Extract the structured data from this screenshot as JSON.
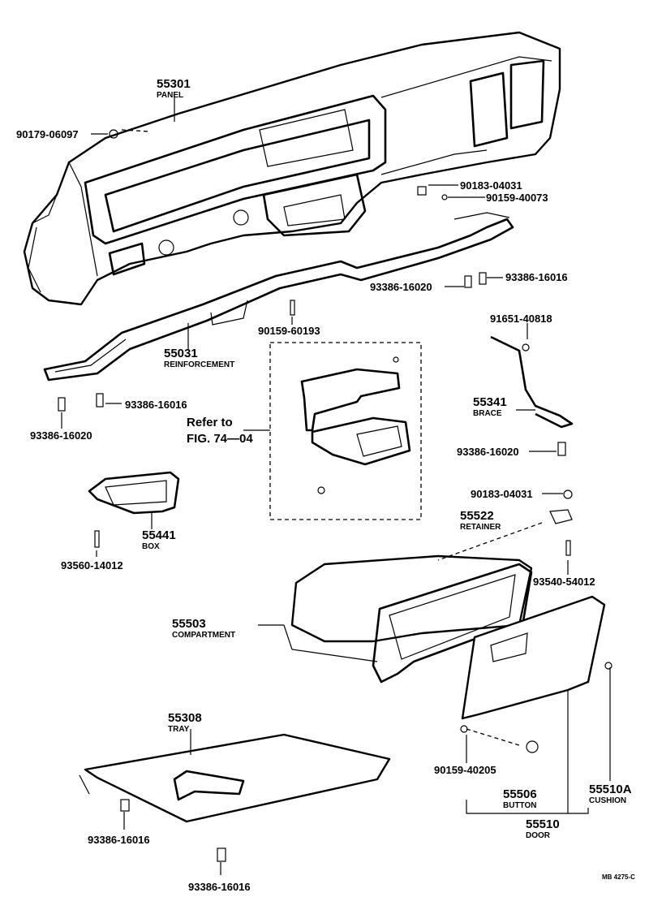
{
  "labels": {
    "panel": {
      "number": "55301",
      "name": "PANEL"
    },
    "clip_panel": "90179-06097",
    "nut_top": "90183-04031",
    "screw_top": "90159-40073",
    "bolt_a": "93386-16020",
    "bolt_b": "93386-16016",
    "screw_mid": "90159-60193",
    "reinforcement": {
      "number": "55031",
      "name": "REINFORCEMENT"
    },
    "bolt_left_a": "93386-16020",
    "bolt_left_b": "93386-16016",
    "refer_line1": "Refer to",
    "refer_line2": "FIG. 74—04",
    "clip_brace": "91651-40818",
    "brace": {
      "number": "55341",
      "name": "BRACE"
    },
    "bolt_brace": "93386-16020",
    "nut_retainer": "90183-04031",
    "retainer": {
      "number": "55522",
      "name": "RETAINER"
    },
    "screw_retainer": "93540-54012",
    "box": {
      "number": "55441",
      "name": "BOX"
    },
    "screw_box": "93560-14012",
    "compartment": {
      "number": "55503",
      "name": "COMPARTMENT"
    },
    "tray": {
      "number": "55308",
      "name": "TRAY"
    },
    "screw_door": "90159-40205",
    "button": {
      "number": "55506",
      "name": "BUTTON"
    },
    "cushion": {
      "number": "55510A",
      "name": "CUSHION"
    },
    "door": {
      "number": "55510",
      "name": "DOOR"
    },
    "bolt_tray_a": "93386-16016",
    "bolt_tray_b": "93386-16016",
    "drawing_code": "MB 4275-C"
  }
}
